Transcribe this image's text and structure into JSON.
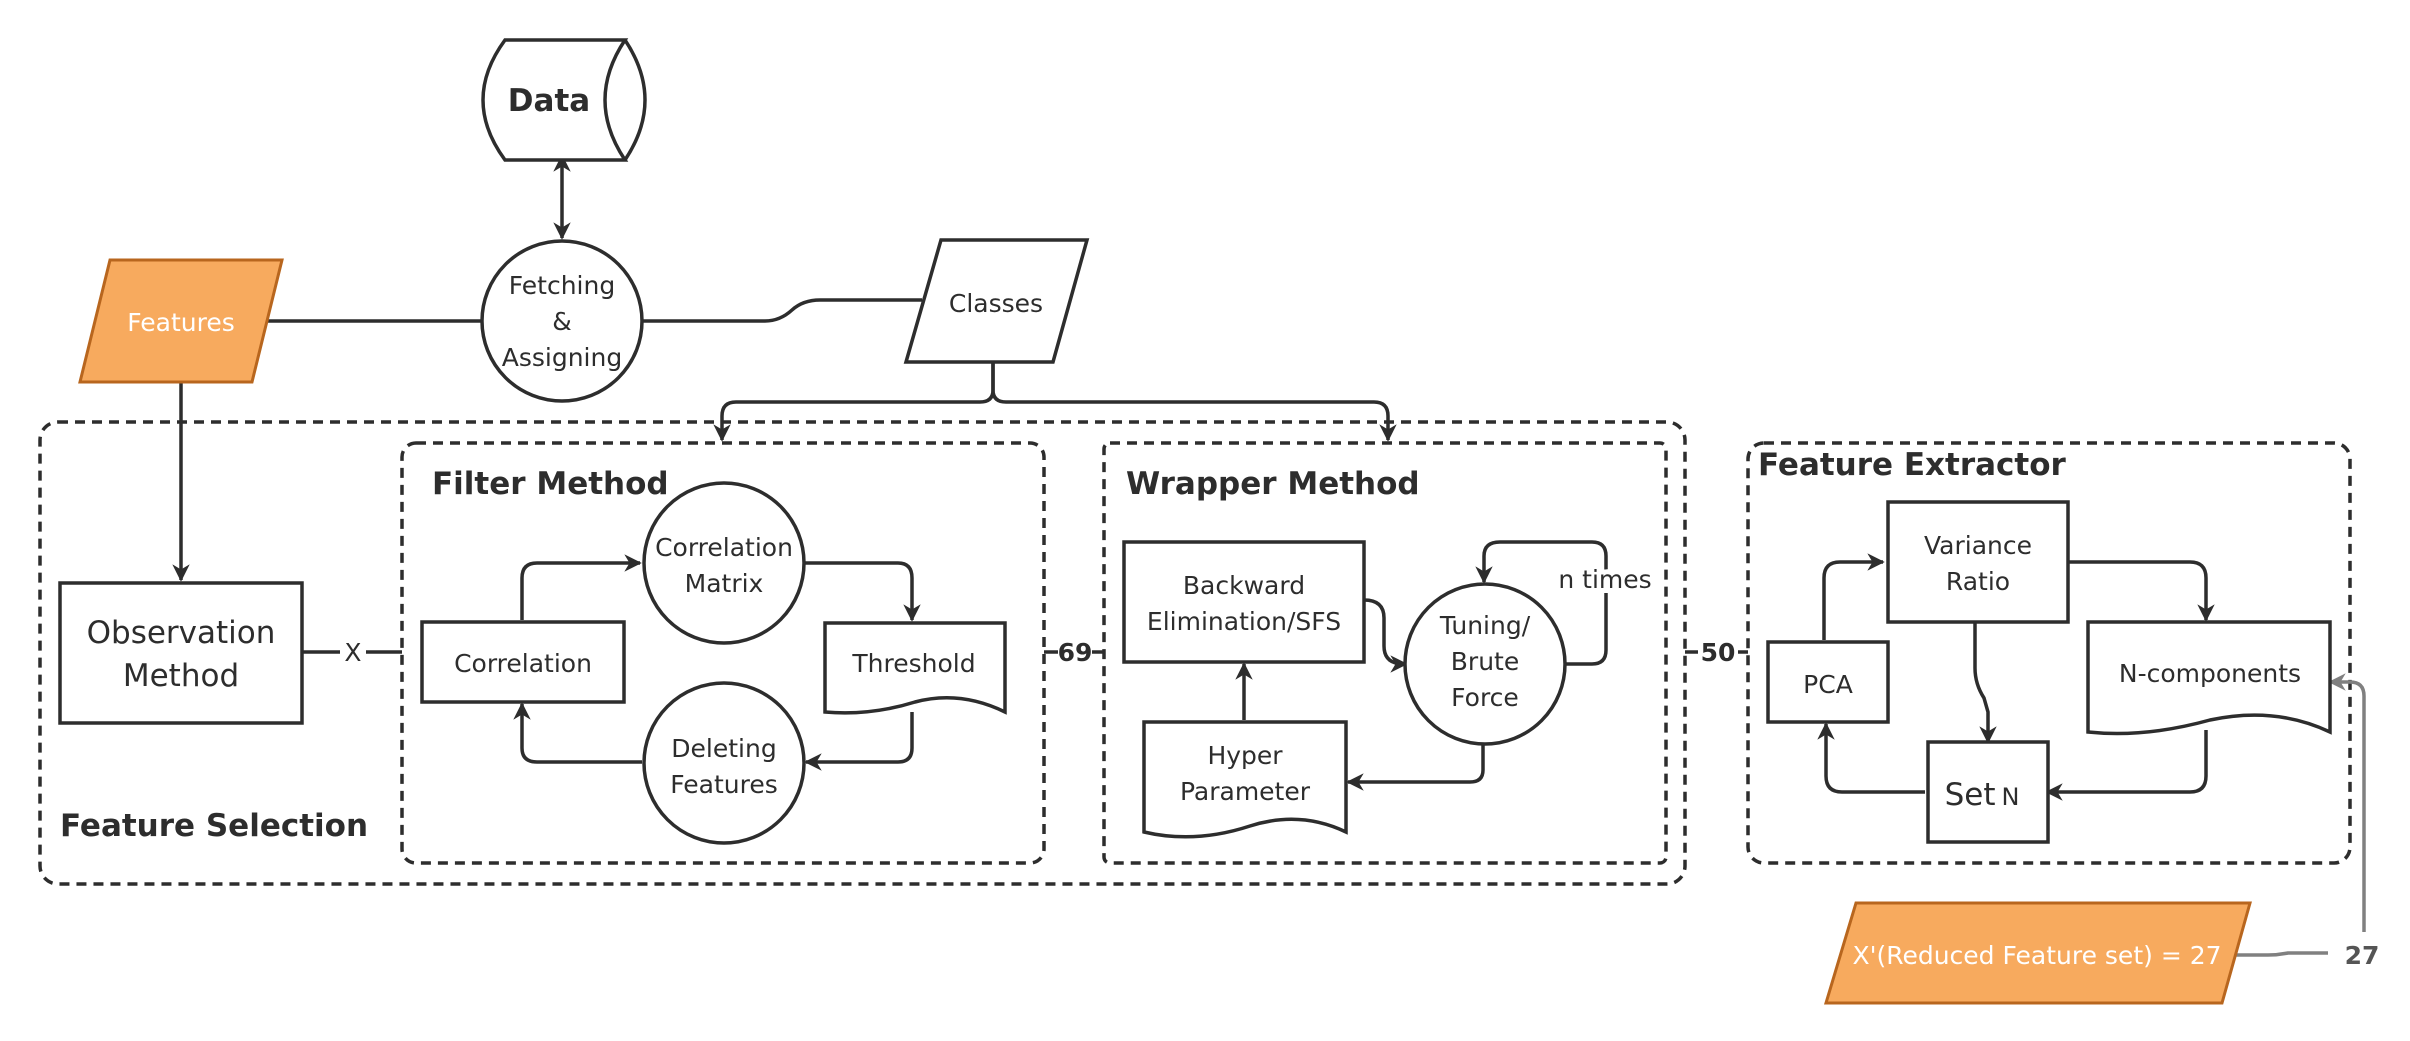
{
  "nodes": {
    "data": "Data",
    "fetching": [
      "Fetching",
      "&",
      "Assigning"
    ],
    "features": "Features",
    "classes": "Classes",
    "observation": [
      "Observation",
      "Method"
    ],
    "correlation": "Correlation",
    "correlation_matrix": [
      "Correlation",
      "Matrix"
    ],
    "threshold": "Threshold",
    "deleting_features": [
      "Deleting",
      "Features"
    ],
    "backward": [
      "Backward",
      "Elimination/SFS"
    ],
    "tuning": [
      "Tuning/",
      "Brute",
      "Force"
    ],
    "n_times": "n times",
    "hyper": [
      "Hyper",
      "Parameter"
    ],
    "pca": "PCA",
    "variance_ratio": [
      "Variance",
      "Ratio"
    ],
    "n_components": "N-components",
    "set_n": "Set",
    "set_n_sub": "N",
    "reduced": "X'(Reduced Feature set) = 27"
  },
  "groups": {
    "feature_selection": "Feature Selection",
    "filter_method": "Filter Method",
    "wrapper_method": "Wrapper Method",
    "feature_extractor": "Feature Extractor"
  },
  "edge_labels": {
    "x": "X",
    "n69": "69",
    "n50": "50",
    "n27": "27"
  },
  "colors": {
    "accent_fill": "#f7aa5e",
    "accent_stroke": "#b8661e",
    "line": "#2d2d2d",
    "feedback_line": "#808080"
  }
}
